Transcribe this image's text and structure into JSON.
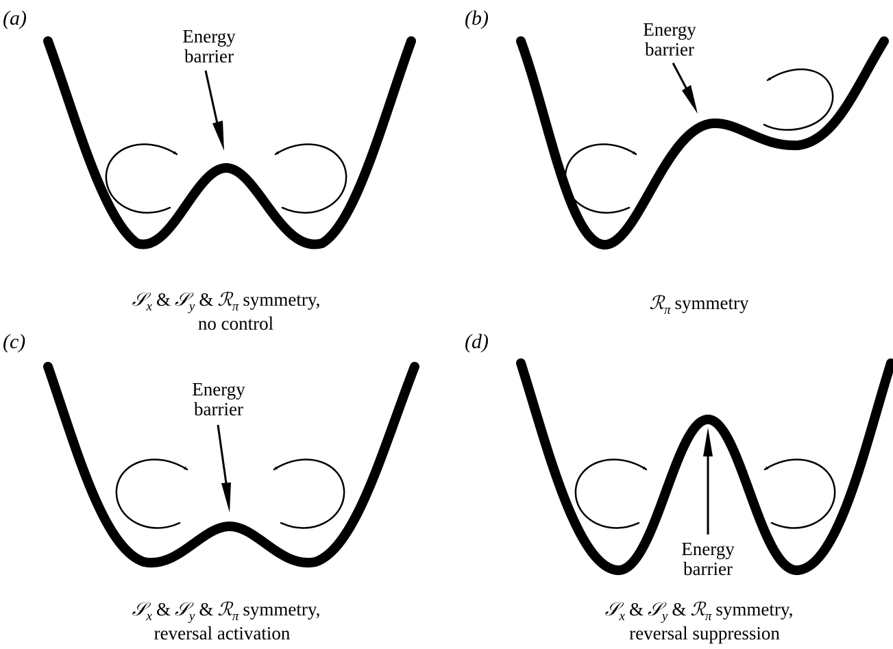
{
  "panels": [
    {
      "label": "(a)",
      "barrier_label": [
        "Energy",
        "barrier"
      ],
      "caption": {
        "sym1": "𝒮",
        "sub1": "x",
        "amp1": "&",
        "sym2": "𝒮",
        "sub2": "y",
        "amp2": "&",
        "sym3": "ℛ",
        "sub3": "π",
        "word": "symmetry,",
        "line2": "no control"
      }
    },
    {
      "label": "(b)",
      "barrier_label": [
        "Energy",
        "barrier"
      ],
      "caption": {
        "sym3": "ℛ",
        "sub3": "π",
        "word": "symmetry"
      }
    },
    {
      "label": "(c)",
      "barrier_label": [
        "Energy",
        "barrier"
      ],
      "caption": {
        "sym1": "𝒮",
        "sub1": "x",
        "amp1": "&",
        "sym2": "𝒮",
        "sub2": "y",
        "amp2": "&",
        "sym3": "ℛ",
        "sub3": "π",
        "word": "symmetry,",
        "line2": "reversal activation"
      }
    },
    {
      "label": "(d)",
      "barrier_label": [
        "Energy",
        "barrier"
      ],
      "caption": {
        "sym1": "𝒮",
        "sub1": "x",
        "amp1": "&",
        "sym2": "𝒮",
        "sub2": "y",
        "amp2": "&",
        "sym3": "ℛ",
        "sub3": "π",
        "word": "symmetry,",
        "line2": "reversal suppression"
      }
    }
  ]
}
